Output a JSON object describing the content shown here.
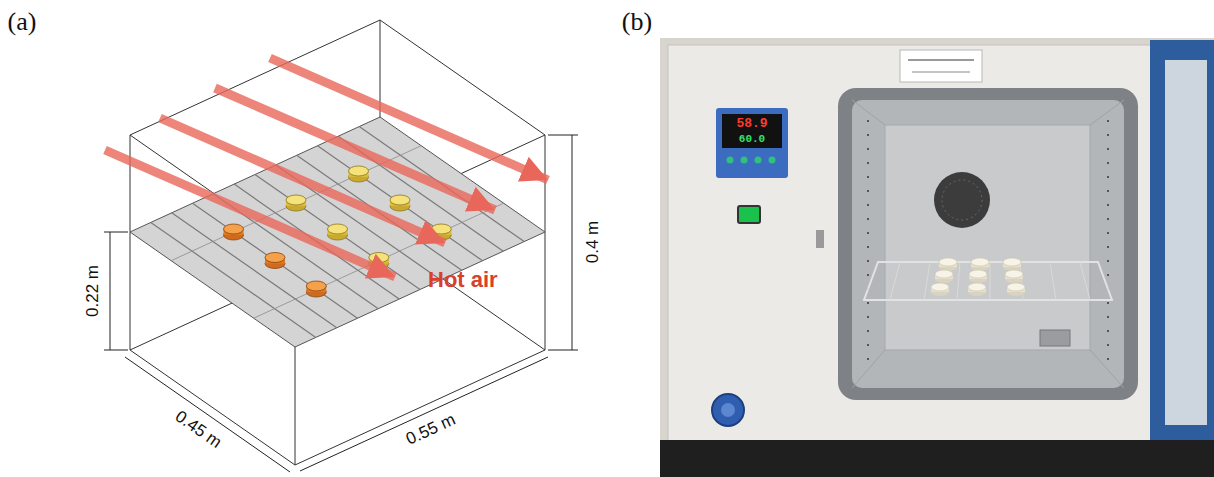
{
  "diagram": {
    "labels": [
      "(a)",
      "(b)",
      "0.22 m",
      "0.4 m",
      "0.45 m",
      "0.55 m",
      "Hot air",
      "58.9",
      "60.0"
    ]
  }
}
